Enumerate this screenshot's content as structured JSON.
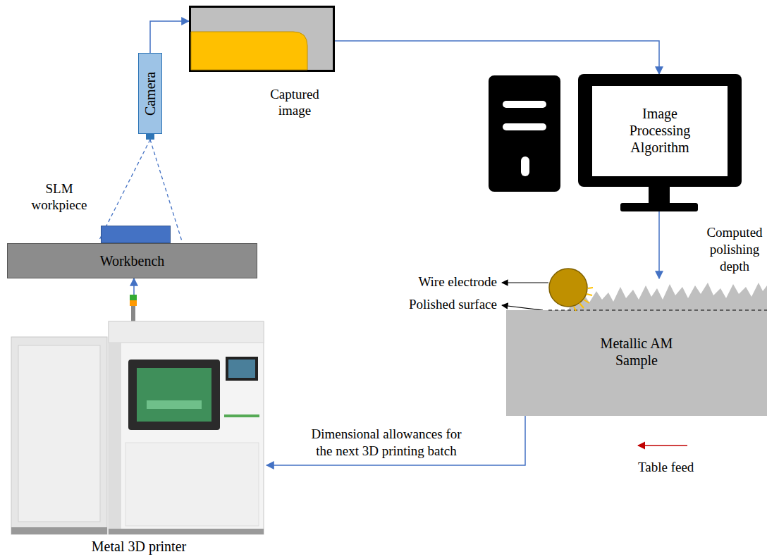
{
  "diagram": {
    "nodes": [
      {
        "text": [
          "Camera"
        ]
      },
      {
        "text": [
          "Captured image"
        ]
      },
      {
        "text": [
          "SLM workpiece"
        ]
      },
      {
        "text": [
          "Workbench"
        ]
      },
      {
        "text": [
          "Image Processing Algorithm"
        ]
      },
      {
        "text": [
          "Metal 3D printer"
        ]
      },
      {
        "text": [
          "Metallic AM Sample"
        ]
      }
    ],
    "edges": [
      {
        "from": 0,
        "to": 1,
        "arrow": "to"
      },
      {
        "from": 1,
        "to": 4,
        "arrow": "to"
      },
      {
        "from": 4,
        "to": 6,
        "label": "Computed polishing depth",
        "arrow": "to"
      },
      {
        "from": 6,
        "to": 5,
        "label": "Dimensional allowances for the next 3D printing batch",
        "arrow": "to"
      },
      {
        "from": 5,
        "to": 3,
        "arrow": "to"
      }
    ],
    "labels": [
      "Wire electrode",
      "Polished surface",
      "Table feed"
    ]
  }
}
